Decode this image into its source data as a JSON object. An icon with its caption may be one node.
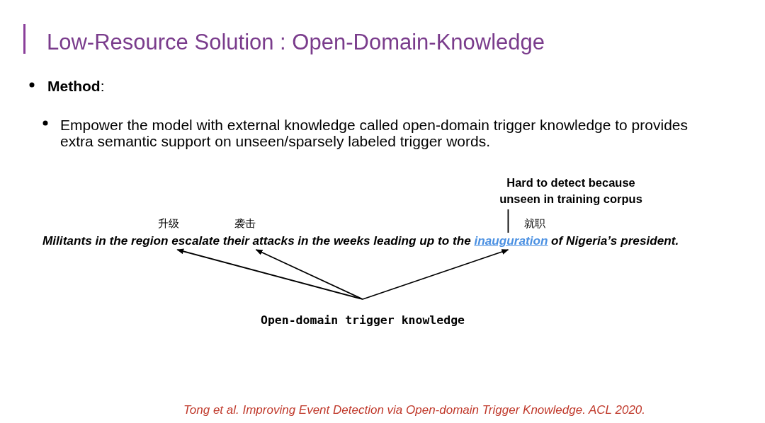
{
  "diagram": {
    "title": "Low-Resource Solution : Open-Domain-Knowledge",
    "nodes": [
      {
        "text": [
          "Hard to detect because unseen in training corpus"
        ]
      },
      {
        "text": [
          "escalate"
        ],
        "beside": [
          "升级"
        ]
      },
      {
        "text": [
          "attacks"
        ],
        "beside": [
          "袭击"
        ]
      },
      {
        "text": [
          "inauguration"
        ],
        "beside": [
          "就职"
        ]
      },
      {
        "text": [
          "Open-domain trigger knowledge"
        ]
      }
    ],
    "edges": [
      {
        "from": 0,
        "to": 3,
        "arrow": "none"
      },
      {
        "from": 4,
        "to": 1,
        "arrow": "to"
      },
      {
        "from": 4,
        "to": 2,
        "arrow": "to"
      },
      {
        "from": 4,
        "to": 3,
        "arrow": "to"
      }
    ],
    "labels": [
      "**Method**:",
      "Empower the model with external knowledge called open-domain trigger knowledge to provides extra semantic support on unseen/sparsely labeled trigger words.",
      "Militants in the region",
      "their",
      "in the weeks leading up to the",
      "of Nigeria’s president.",
      "Tong et al. Improving Event Detection via Open-domain Trigger Knowledge. ACL 2020."
    ]
  }
}
